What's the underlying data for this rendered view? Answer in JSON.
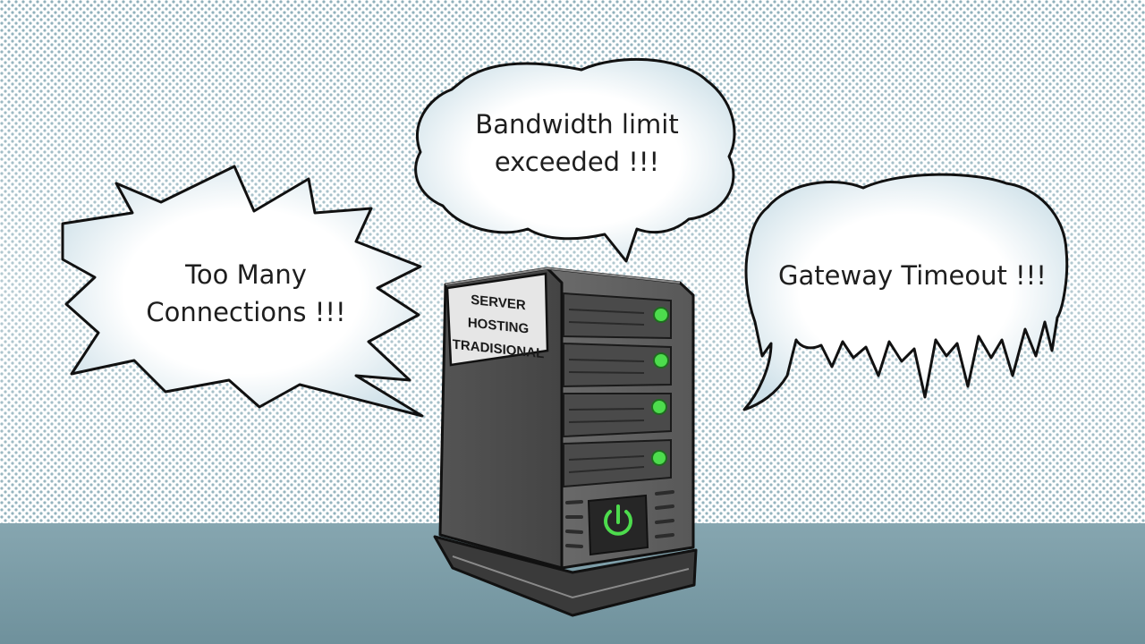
{
  "bubbles": {
    "left": {
      "line1": "Too Many",
      "line2": "Connections !!!"
    },
    "top": {
      "line1": "Bandwidth limit",
      "line2": "exceeded !!!"
    },
    "right": {
      "line1": "Gateway Timeout !!!"
    }
  },
  "server": {
    "label_line1": "SERVER HOSTING",
    "label_line2": "TRADISIONAL",
    "power_icon": "power-icon",
    "led_color": "#4ddc4d",
    "drive_count": 4
  },
  "colors": {
    "bubble_fill": "#dce9ef",
    "background_top": "#ffffff",
    "background_bottom": "#7e9ea9",
    "server_body": "#5a5a5a"
  }
}
